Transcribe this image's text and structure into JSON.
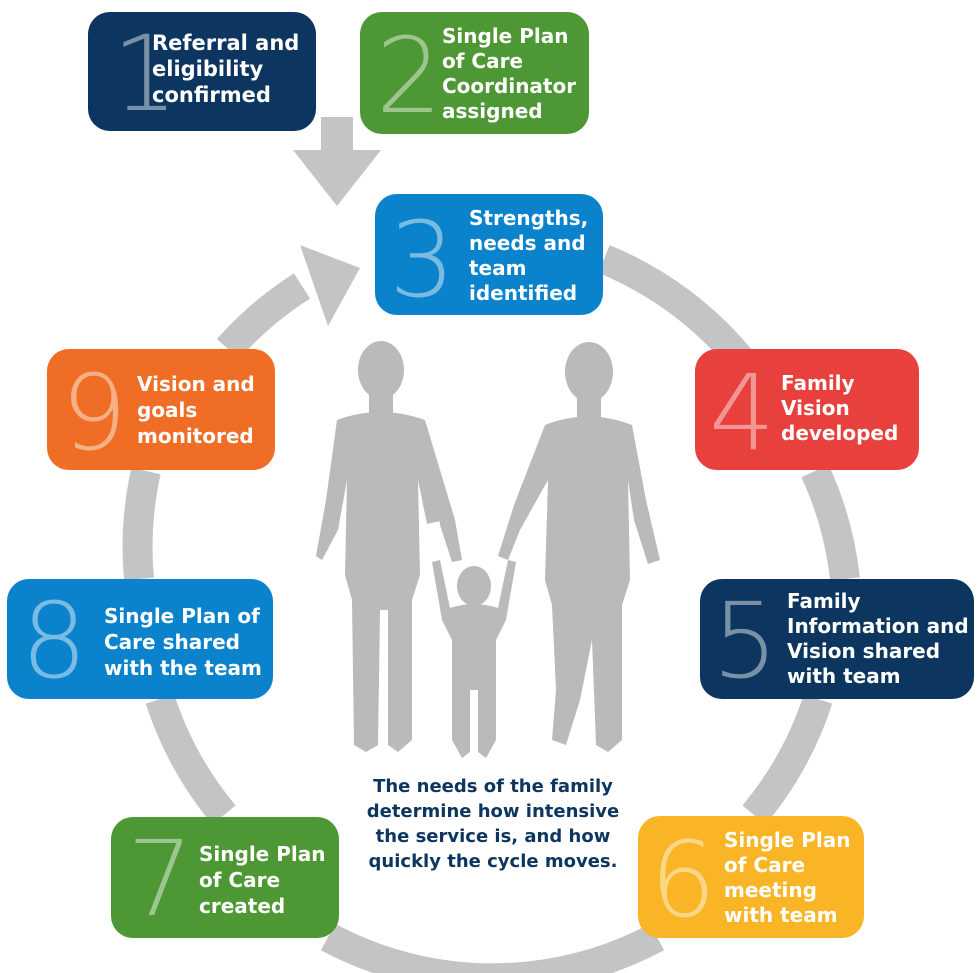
{
  "colors": {
    "ring": "#c3c4c6",
    "silhouette": "#b9babc",
    "navy": "#0c355f",
    "green": "#4d9834",
    "blue": "#0a83cc",
    "red": "#e8403c",
    "yellow": "#f9b526",
    "orange": "#ef6d24"
  },
  "steps": [
    {
      "number": "1",
      "label": "Referral and\neligibility\nconfirmed"
    },
    {
      "number": "2",
      "label": "Single Plan\nof Care\nCoordinator\nassigned"
    },
    {
      "number": "3",
      "label": "Strengths,\nneeds and\nteam\nidentified"
    },
    {
      "number": "4",
      "label": "Family\nVision\ndeveloped"
    },
    {
      "number": "5",
      "label": "Family\nInformation and\nVision shared\nwith team"
    },
    {
      "number": "6",
      "label": "Single Plan\nof Care\nmeeting\nwith team"
    },
    {
      "number": "7",
      "label": "Single Plan\nof Care\ncreated"
    },
    {
      "number": "8",
      "label": "Single Plan of\nCare shared\nwith the team"
    },
    {
      "number": "9",
      "label": "Vision and\ngoals\nmonitored"
    }
  ],
  "caption": "The needs of the family\ndetermine how intensive\nthe service is, and how\nquickly the cycle moves.",
  "icons": {
    "entry_arrow": "down-arrow-icon",
    "cycle_arrow": "cycle-arrow-icon",
    "family": "family-silhouette"
  }
}
